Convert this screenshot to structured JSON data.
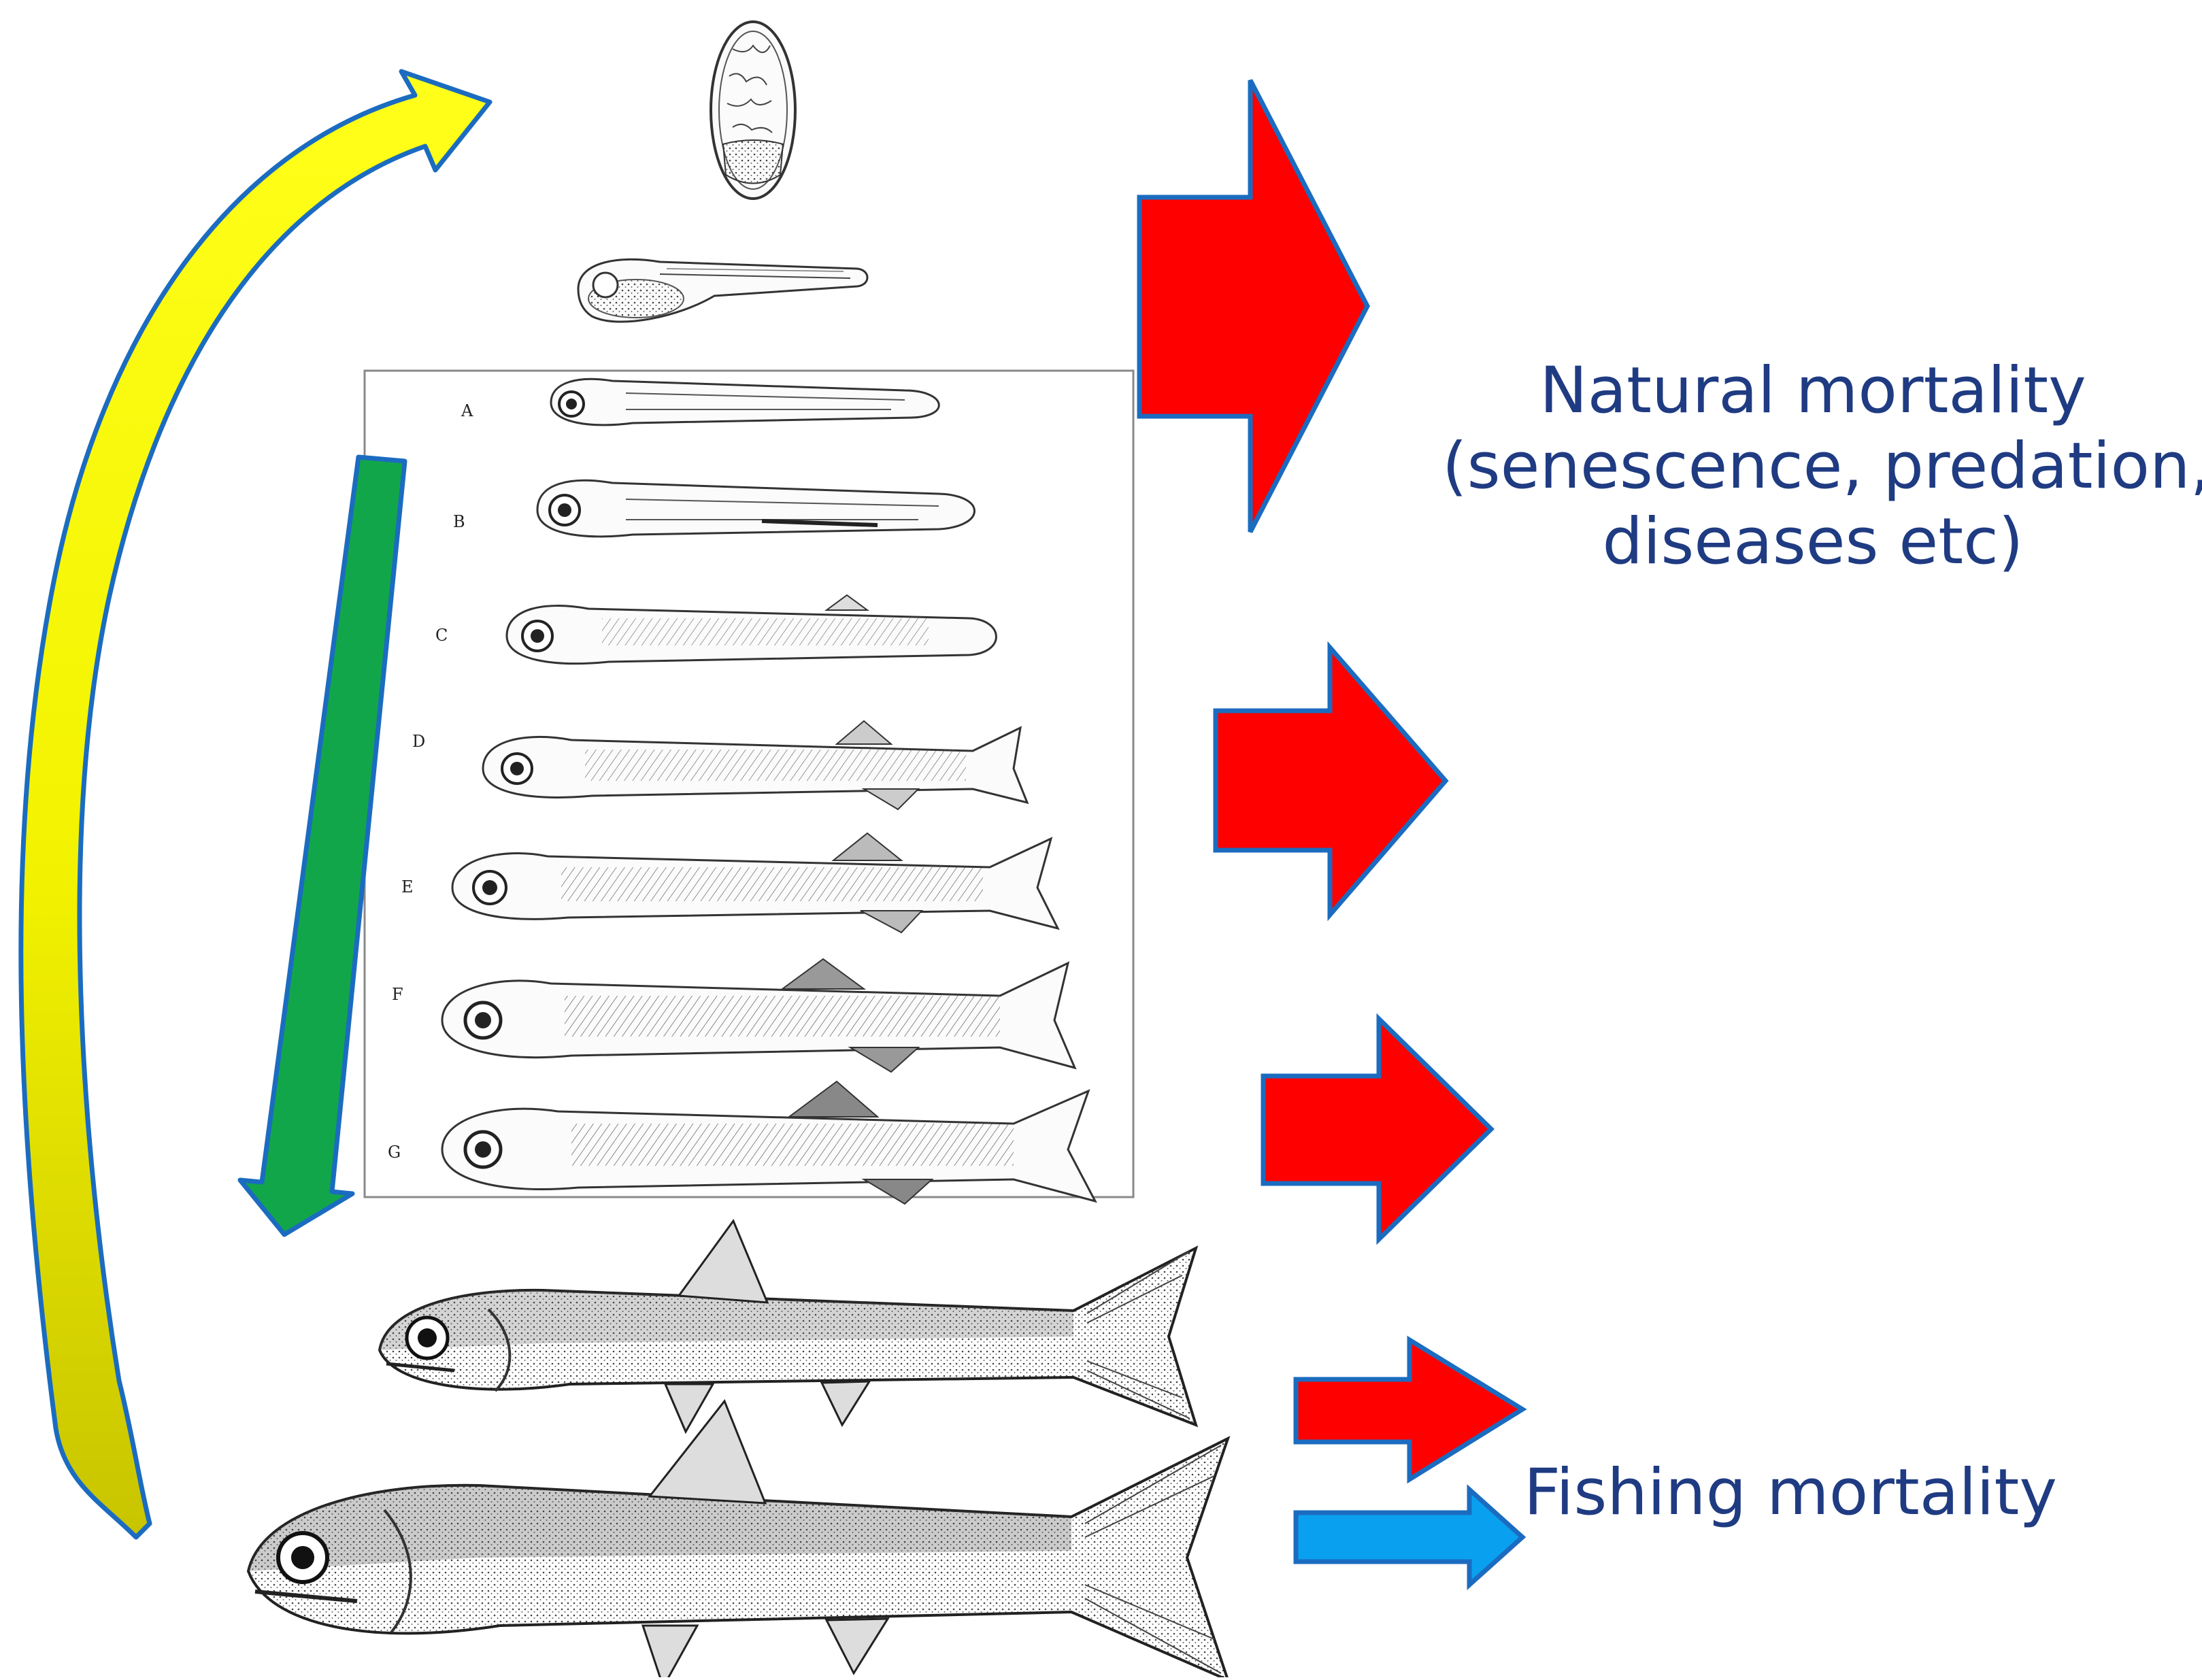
{
  "labels": {
    "natural_mortality_line1": "Natural mortality",
    "natural_mortality_line2": "(senescence, predation,",
    "natural_mortality_line3": "diseases etc)",
    "fishing_mortality": "Fishing mortality"
  },
  "larval_stage_letters": [
    "A",
    "B",
    "C",
    "D",
    "E",
    "F",
    "G"
  ],
  "colors": {
    "label_text": "#1f3b82",
    "natural_mortality_arrow": "#ff0000",
    "fishing_mortality_arrow": "#0aa0f0",
    "arrow_outline": "#1b6cc0",
    "cycle_arrow_fill": "#ffff00",
    "growth_arrow_fill": "#12a64a"
  },
  "icons": {
    "egg": "fish-egg-drawing",
    "yolk_sac_larva": "yolk-sac-larva-drawing",
    "larvae": "larval-stages-drawing",
    "juvenile": "juvenile-anchovy-drawing",
    "adult": "adult-anchovy-drawing"
  }
}
